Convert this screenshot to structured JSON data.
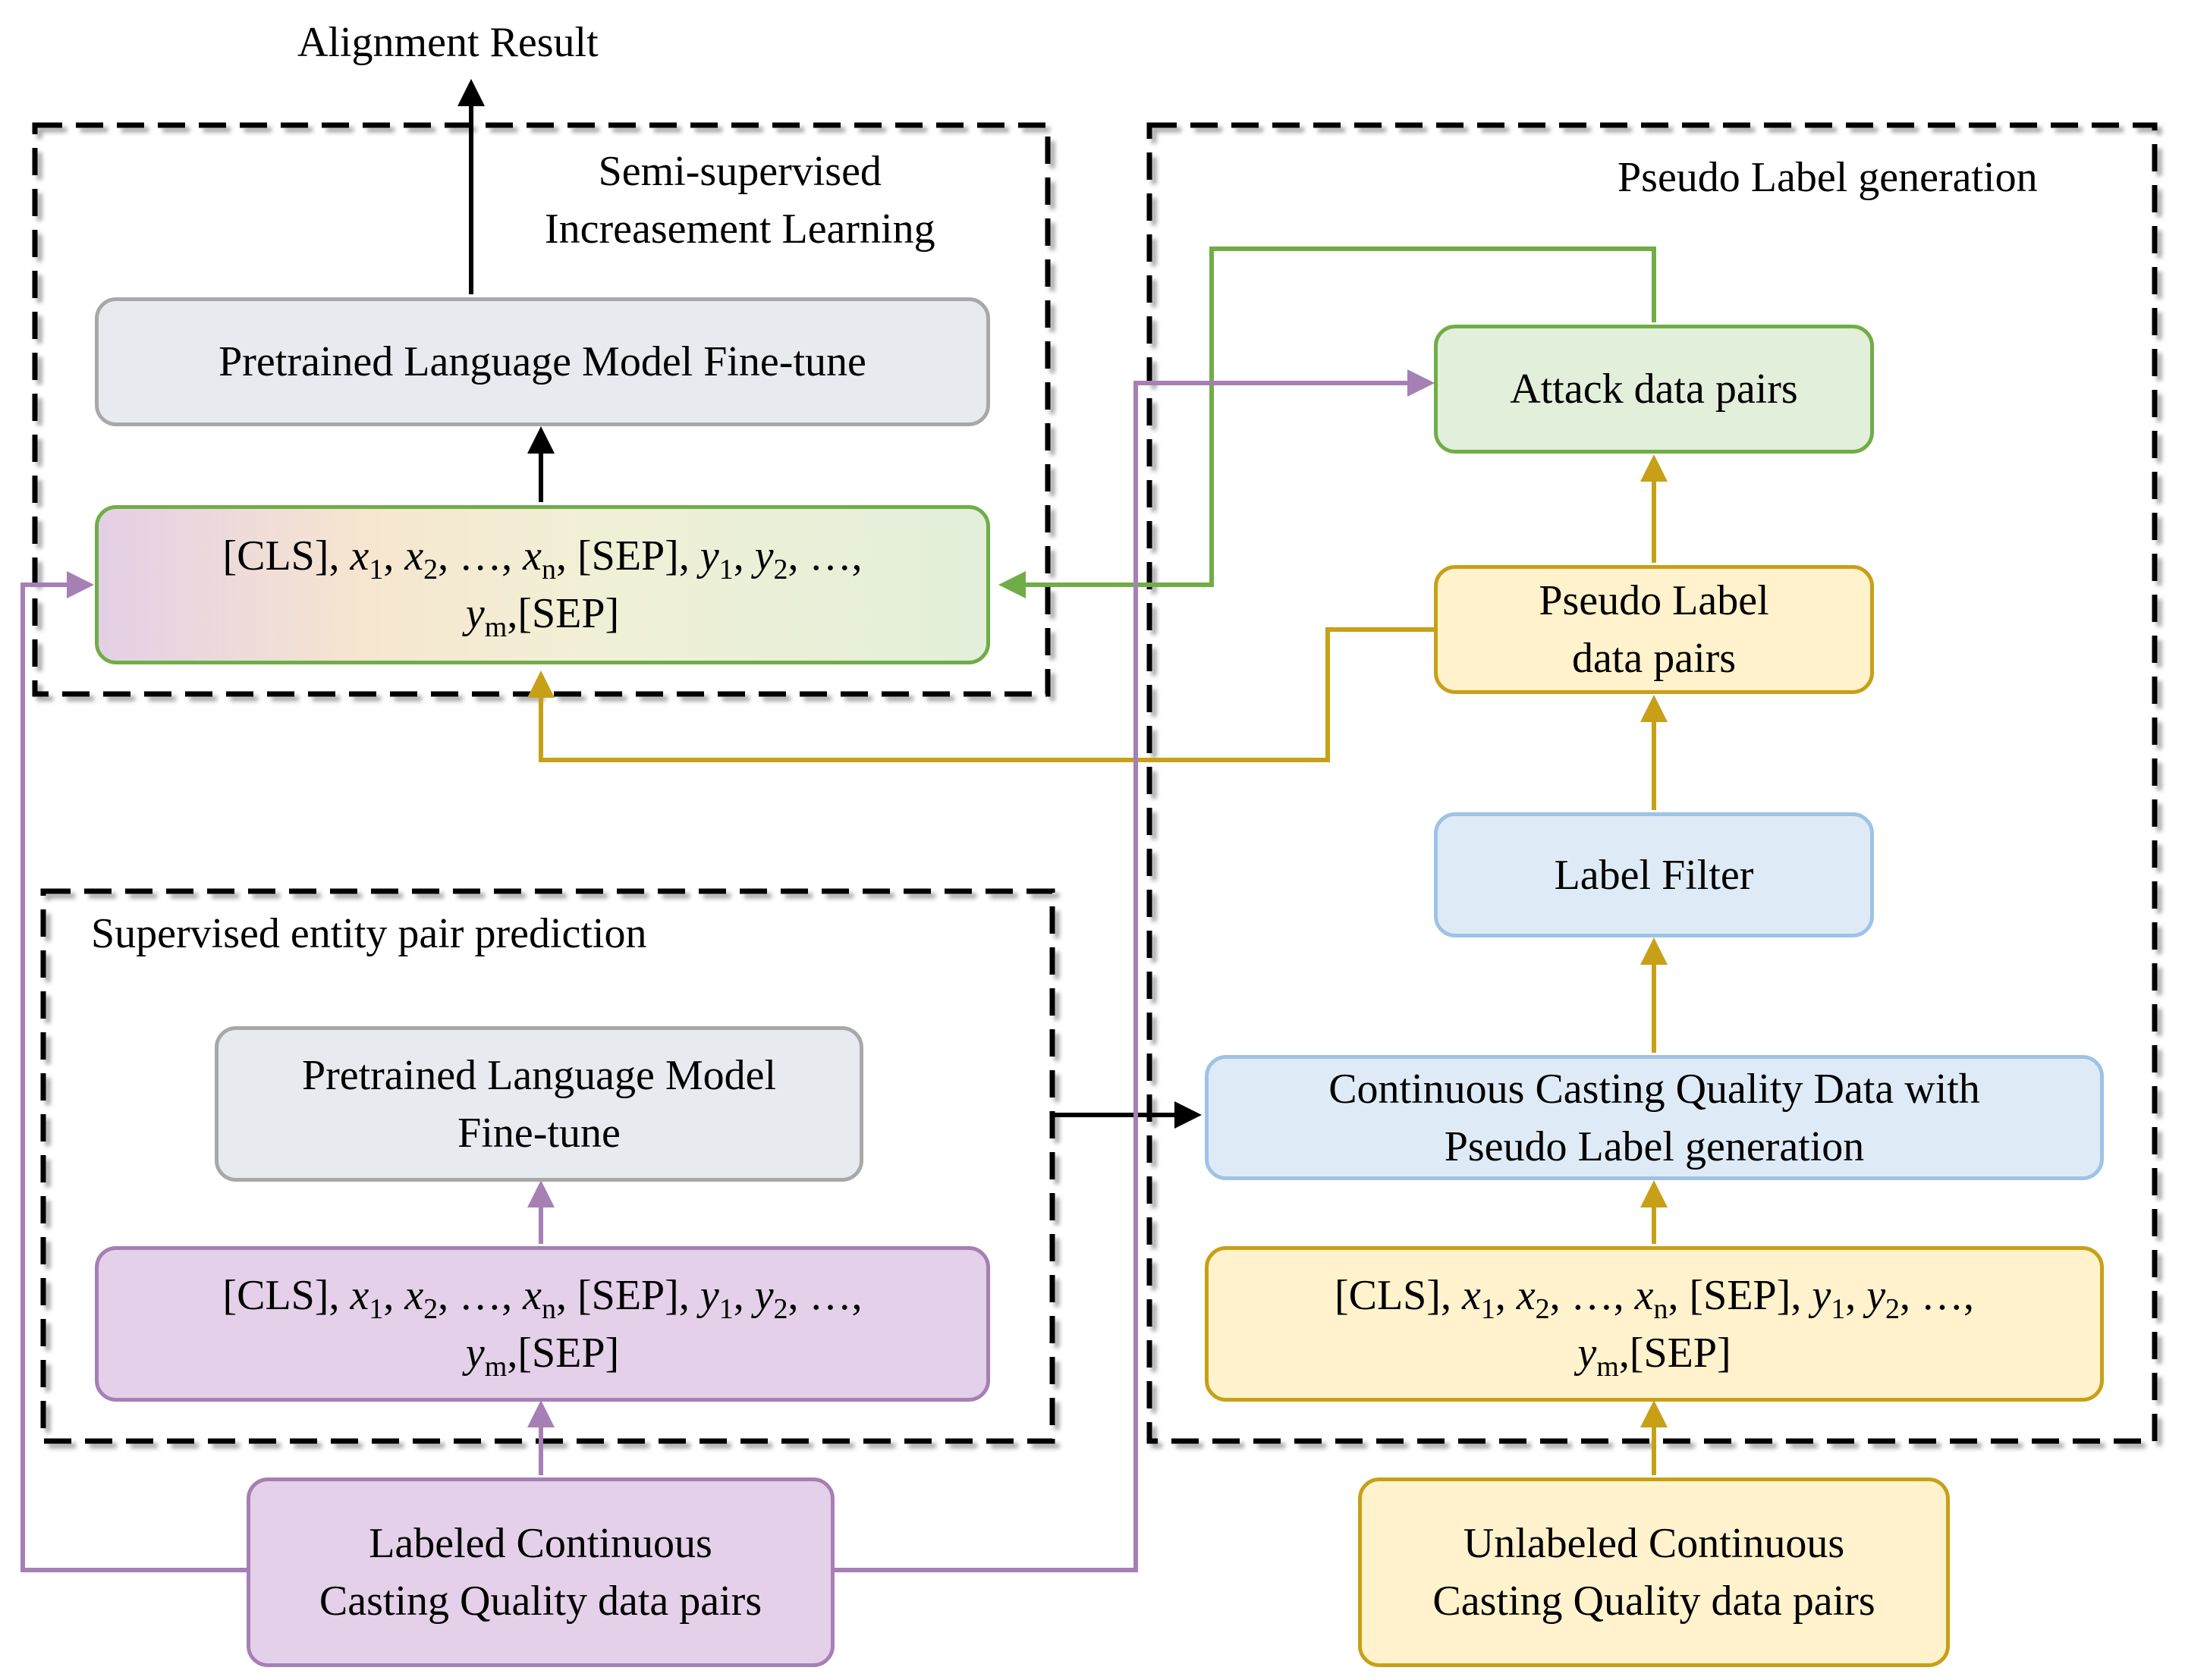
{
  "title": "Alignment Result",
  "regions": {
    "semi_supervised": "Semi-supervised\nIncreasement Learning",
    "pseudo_label": "Pseudo Label generation",
    "supervised": "Supervised entity pair prediction"
  },
  "boxes": {
    "plm_finetune_top": "Pretrained Language Model Fine-tune",
    "plm_finetune_bottom": "Pretrained Language Model\nFine-tune",
    "attack_pairs": "Attack data pairs",
    "pseudo_label_pairs": "Pseudo Label\ndata pairs",
    "label_filter": "Label Filter",
    "cc_quality_pseudo": "Continuous Casting Quality Data with\nPseudo Label generation",
    "labeled_data": "Labeled Continuous\nCasting Quality data pairs",
    "unlabeled_data": "Unlabeled Continuous\nCasting Quality data pairs"
  },
  "sequence": {
    "cls": "[CLS], ",
    "x": "x",
    "y": "y",
    "sub_1": "1",
    "sub_2": "2",
    "sub_n": "n",
    "sub_m": "m",
    "comma": ", ",
    "ellipsis": "…, ",
    "sep_mid": ", [SEP], ",
    "sep_end": ",[SEP]",
    "trail": "…,"
  },
  "colors": {
    "green": "#70ad47",
    "yellow": "#c8a017",
    "purple": "#a67fb4",
    "black": "#000000"
  }
}
